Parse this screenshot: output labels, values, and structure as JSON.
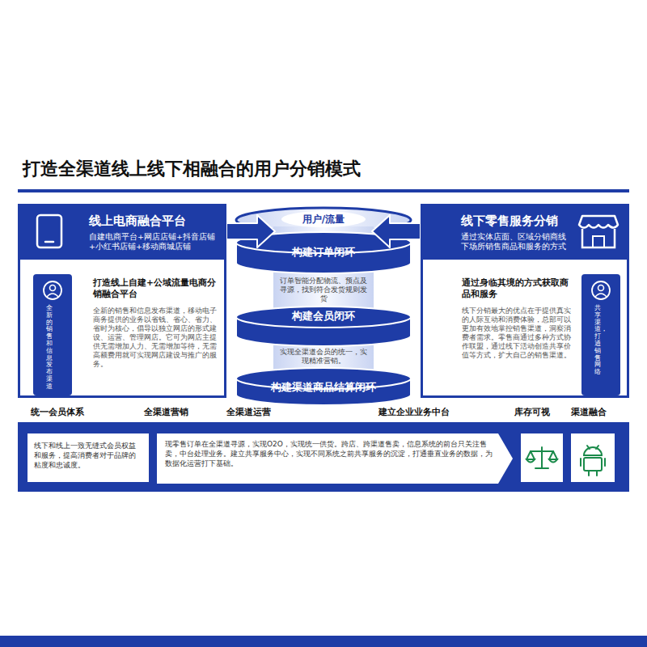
{
  "diagram": {
    "title": "打造全渠道线上线下相融合的用户分销模式",
    "nodes": [
      {
        "text": [
          "线上电商融合平台",
          "自建电商平台+网店店铺+抖音店铺+小红书店铺+移动商城店铺"
        ]
      },
      {
        "text": [
          "打造线上自建+公域流量电商分销融合平台",
          "全新的销售和信息发布渠道，移动电子商务提供的业务以省钱、省心、省力、省时为核心，倡导以独立网店的形式建设、运营、管理网店。它可为网店主提供无需增加人力、无需增加等待，无需高额费用就可实现网店建设与推广的服务。"
        ]
      },
      {
        "text": [
          "全新的销售和信息发布渠道"
        ],
        "in": 1
      },
      {
        "text": [
          "用户/流量"
        ]
      },
      {
        "text": [
          "构建订单闭环",
          "订单智能分配物流、预点及寻源，找到符合发货规则发货"
        ],
        "in": 3
      },
      {
        "text": [
          "构建会员闭环",
          "实现全渠道会员的统一，实现精准营销。"
        ],
        "in": 3
      },
      {
        "text": [
          "构建渠道商品结算闭环"
        ],
        "in": 3
      },
      {
        "text": [
          "线下零售服务分销",
          "通过实体店面、区域分销商线下场所销售商品和服务的方式"
        ]
      },
      {
        "text": [
          "通过身临其境的方式获取商品和服务",
          "线下分销最大的优点在于提供真实的人际互动和消费体验，总部可以更加有效地掌控销售渠道，洞察消费者需求。零售商通过多种方式协作联盟，通过线下活动创造共享价值等方式，扩大自己的销售渠道。"
        ]
      },
      {
        "text": [
          "共享渠道，打通销售网络"
        ],
        "in": 8
      },
      {
        "text": [
          "线下和线上一致无缝式会员权益和服务，提高消费者对于品牌的粘度和忠诚度。"
        ]
      },
      {
        "text": [
          "现零售订单在全渠道寻源，实现O2O，实现统一供货。跨店、跨渠道售卖，信息系统的前台只关注售卖，中台处理业务。建立共享服务中心，实现不同系统之前共享服务的沉淀，打通垂直业务的数据，为数据化运营打下基础。"
        ]
      }
    ],
    "edges": [
      {
        "from": 0,
        "to": 3,
        "arrow": "to"
      },
      {
        "from": 7,
        "to": 3,
        "arrow": "to"
      }
    ],
    "labels": [
      "统一会员体系",
      "全渠道营销",
      "全渠道运营",
      "建立企业业务中台",
      "库存可视",
      "渠道融合"
    ]
  }
}
